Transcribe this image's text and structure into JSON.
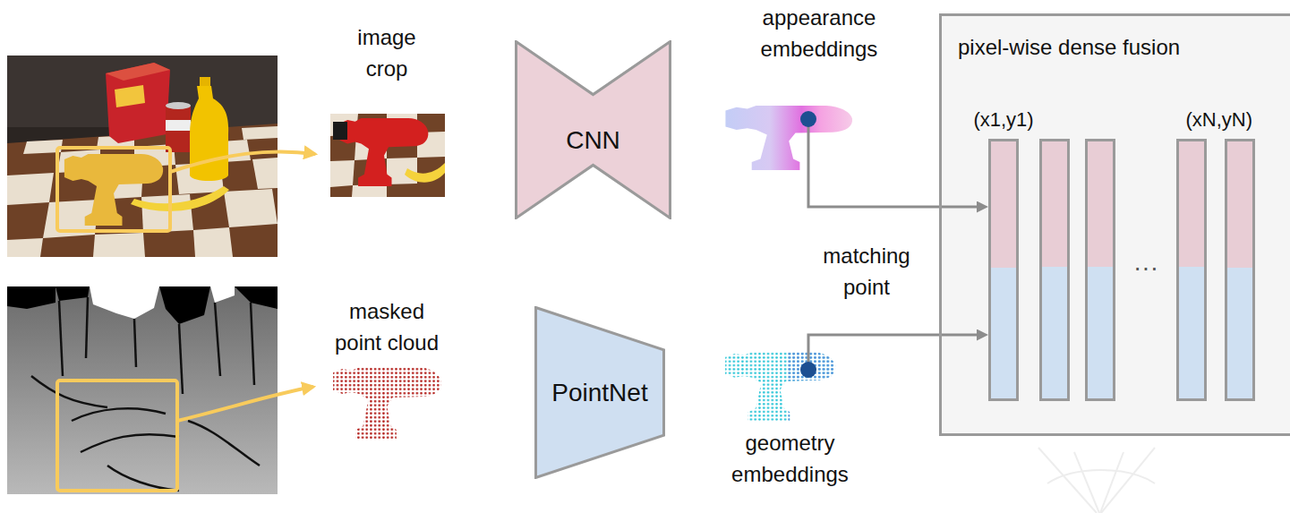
{
  "diagram": {
    "nodes": [
      {
        "text": [
          "image crop"
        ]
      },
      {
        "text": [
          "CNN"
        ]
      },
      {
        "text": [
          "appearance embeddings"
        ]
      },
      {
        "text": [
          "masked point cloud"
        ]
      },
      {
        "text": [
          "PointNet"
        ]
      },
      {
        "text": [
          "geometry embeddings"
        ]
      },
      {
        "text": [
          "pixel-wise dense fusion"
        ]
      },
      {
        "text": [
          "(x1,y1)"
        ],
        "in": 6
      },
      {
        "text": [
          "(xN,yN)"
        ],
        "in": 6
      }
    ],
    "edges": [
      {
        "from": 2,
        "to": 7,
        "arrow": "to"
      },
      {
        "from": 5,
        "to": 7,
        "arrow": "to"
      }
    ],
    "labels": [
      "matching point",
      "···"
    ]
  }
}
